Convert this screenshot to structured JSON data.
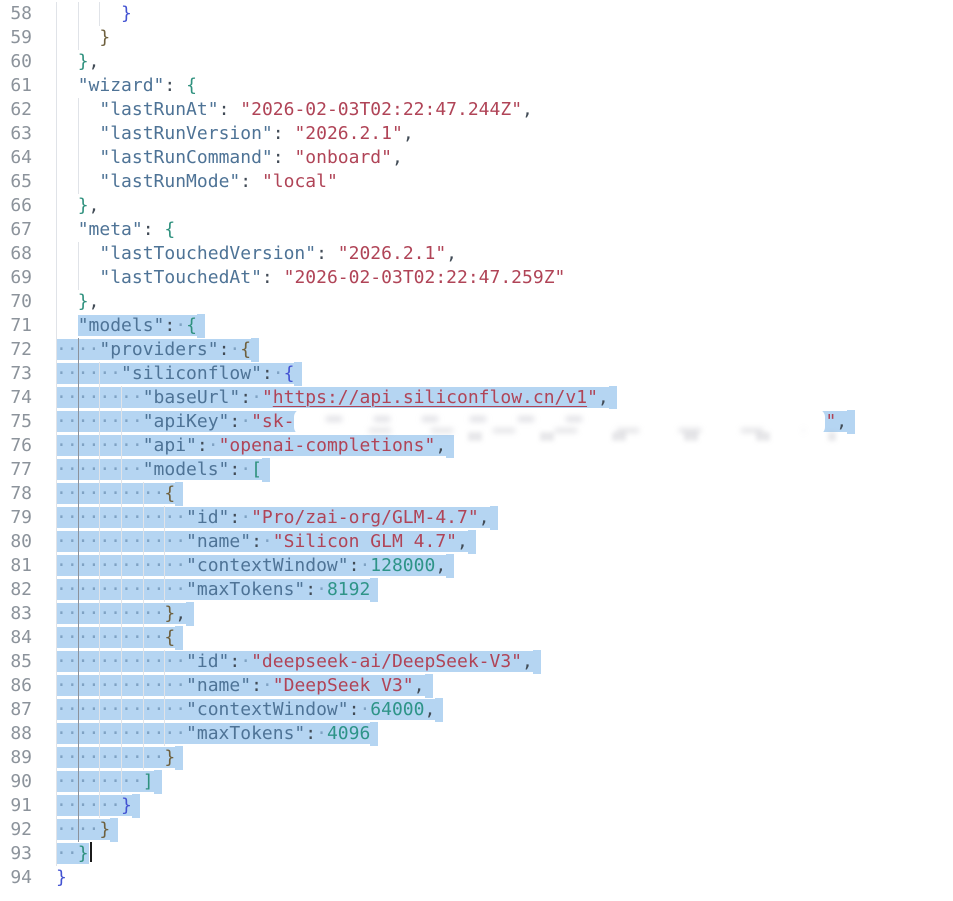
{
  "editor": {
    "colors": {
      "background": "#ffffff",
      "selection": "#b5d5f2",
      "key": "#4e7396",
      "string": "#b04457",
      "url": "#b04457",
      "number": "#2e9488",
      "punctuation": "#414b56",
      "bracket_blue": "#4353d2",
      "bracket_green": "#2f917e",
      "bracket_olive": "#6e603e",
      "line_number": "#8c939b",
      "whitespace_dot": "#7fa2c3",
      "indent_guide": "#e0e3e8",
      "indent_guide_active": "#8b929c",
      "cursor": "#1b1b1b"
    },
    "selection_range": {
      "from_line": 71,
      "from_col": 2,
      "to_line": 93
    },
    "active_guide": {
      "col": 2,
      "from_line": 72,
      "to_line": 92
    },
    "lines": [
      {
        "n": 58,
        "i": 6,
        "sel": "none",
        "t": [
          [
            "b1",
            "}"
          ]
        ]
      },
      {
        "n": 59,
        "i": 4,
        "sel": "none",
        "t": [
          [
            "b3",
            "}"
          ]
        ]
      },
      {
        "n": 60,
        "i": 2,
        "sel": "none",
        "t": [
          [
            "b2",
            "}"
          ],
          [
            "p",
            ","
          ]
        ]
      },
      {
        "n": 61,
        "i": 2,
        "sel": "none",
        "t": [
          [
            "k",
            "\"wizard\""
          ],
          [
            "p",
            ":"
          ],
          [
            "ws",
            " "
          ],
          [
            "b2",
            "{"
          ]
        ]
      },
      {
        "n": 62,
        "i": 4,
        "sel": "none",
        "t": [
          [
            "k",
            "\"lastRunAt\""
          ],
          [
            "p",
            ":"
          ],
          [
            "ws",
            " "
          ],
          [
            "s",
            "\"2026-02-03T02:22:47.244Z\""
          ],
          [
            "p",
            ","
          ]
        ]
      },
      {
        "n": 63,
        "i": 4,
        "sel": "none",
        "t": [
          [
            "k",
            "\"lastRunVersion\""
          ],
          [
            "p",
            ":"
          ],
          [
            "ws",
            " "
          ],
          [
            "s",
            "\"2026.2.1\""
          ],
          [
            "p",
            ","
          ]
        ]
      },
      {
        "n": 64,
        "i": 4,
        "sel": "none",
        "t": [
          [
            "k",
            "\"lastRunCommand\""
          ],
          [
            "p",
            ":"
          ],
          [
            "ws",
            " "
          ],
          [
            "s",
            "\"onboard\""
          ],
          [
            "p",
            ","
          ]
        ]
      },
      {
        "n": 65,
        "i": 4,
        "sel": "none",
        "t": [
          [
            "k",
            "\"lastRunMode\""
          ],
          [
            "p",
            ":"
          ],
          [
            "ws",
            " "
          ],
          [
            "s",
            "\"local\""
          ]
        ]
      },
      {
        "n": 66,
        "i": 2,
        "sel": "none",
        "t": [
          [
            "b2",
            "}"
          ],
          [
            "p",
            ","
          ]
        ]
      },
      {
        "n": 67,
        "i": 2,
        "sel": "none",
        "t": [
          [
            "k",
            "\"meta\""
          ],
          [
            "p",
            ":"
          ],
          [
            "ws",
            " "
          ],
          [
            "b2",
            "{"
          ]
        ]
      },
      {
        "n": 68,
        "i": 4,
        "sel": "none",
        "t": [
          [
            "k",
            "\"lastTouchedVersion\""
          ],
          [
            "p",
            ":"
          ],
          [
            "ws",
            " "
          ],
          [
            "s",
            "\"2026.2.1\""
          ],
          [
            "p",
            ","
          ]
        ]
      },
      {
        "n": 69,
        "i": 4,
        "sel": "none",
        "t": [
          [
            "k",
            "\"lastTouchedAt\""
          ],
          [
            "p",
            ":"
          ],
          [
            "ws",
            " "
          ],
          [
            "s",
            "\"2026-02-03T02:22:47.259Z\""
          ]
        ]
      },
      {
        "n": 70,
        "i": 2,
        "sel": "none",
        "t": [
          [
            "b2",
            "}"
          ],
          [
            "p",
            ","
          ]
        ]
      },
      {
        "n": 71,
        "i": 2,
        "sel": "tokens",
        "pad": true,
        "t": [
          [
            "k",
            "\"models\""
          ],
          [
            "p",
            ":"
          ],
          [
            "ws",
            " "
          ],
          [
            "b2",
            "{"
          ]
        ]
      },
      {
        "n": 72,
        "i": 4,
        "sel": "full",
        "pad": true,
        "t": [
          [
            "k",
            "\"providers\""
          ],
          [
            "p",
            ":"
          ],
          [
            "ws",
            " "
          ],
          [
            "b3",
            "{"
          ]
        ]
      },
      {
        "n": 73,
        "i": 6,
        "sel": "full",
        "pad": true,
        "t": [
          [
            "k",
            "\"siliconflow\""
          ],
          [
            "p",
            ":"
          ],
          [
            "ws",
            " "
          ],
          [
            "b1",
            "{"
          ]
        ]
      },
      {
        "n": 74,
        "i": 8,
        "sel": "full",
        "pad": true,
        "t": [
          [
            "k",
            "\"baseUrl\""
          ],
          [
            "p",
            ":"
          ],
          [
            "ws",
            " "
          ],
          [
            "s",
            "\""
          ],
          [
            "u",
            "https://api.siliconflow.cn/v1"
          ],
          [
            "s",
            "\""
          ],
          [
            "p",
            ","
          ]
        ]
      },
      {
        "n": 75,
        "i": 8,
        "sel": "full",
        "pad": true,
        "t": [
          [
            "k",
            "\"apiKey\""
          ],
          [
            "p",
            ":"
          ],
          [
            "ws",
            " "
          ],
          [
            "s",
            "\"sk-"
          ],
          [
            "r",
            ""
          ],
          [
            "s",
            "\""
          ],
          [
            "p",
            ","
          ]
        ]
      },
      {
        "n": 76,
        "i": 8,
        "sel": "full",
        "pad": true,
        "smudge": true,
        "t": [
          [
            "k",
            "\"api\""
          ],
          [
            "p",
            ":"
          ],
          [
            "ws",
            " "
          ],
          [
            "s",
            "\"openai-completions\""
          ],
          [
            "p",
            ","
          ]
        ]
      },
      {
        "n": 77,
        "i": 8,
        "sel": "full",
        "pad": true,
        "t": [
          [
            "k",
            "\"models\""
          ],
          [
            "p",
            ":"
          ],
          [
            "ws",
            " "
          ],
          [
            "b2",
            "["
          ]
        ]
      },
      {
        "n": 78,
        "i": 10,
        "sel": "full",
        "pad": true,
        "t": [
          [
            "b3",
            "{"
          ]
        ]
      },
      {
        "n": 79,
        "i": 12,
        "sel": "full",
        "pad": true,
        "t": [
          [
            "k",
            "\"id\""
          ],
          [
            "p",
            ":"
          ],
          [
            "ws",
            " "
          ],
          [
            "s",
            "\"Pro/zai-org/GLM-4.7\""
          ],
          [
            "p",
            ","
          ]
        ]
      },
      {
        "n": 80,
        "i": 12,
        "sel": "full",
        "pad": true,
        "t": [
          [
            "k",
            "\"name\""
          ],
          [
            "p",
            ":"
          ],
          [
            "ws",
            " "
          ],
          [
            "s",
            "\"Silicon GLM 4.7\""
          ],
          [
            "p",
            ","
          ]
        ]
      },
      {
        "n": 81,
        "i": 12,
        "sel": "full",
        "pad": true,
        "t": [
          [
            "k",
            "\"contextWindow\""
          ],
          [
            "p",
            ":"
          ],
          [
            "ws",
            " "
          ],
          [
            "n",
            "128000"
          ],
          [
            "p",
            ","
          ]
        ]
      },
      {
        "n": 82,
        "i": 12,
        "sel": "full",
        "pad": true,
        "t": [
          [
            "k",
            "\"maxTokens\""
          ],
          [
            "p",
            ":"
          ],
          [
            "ws",
            " "
          ],
          [
            "n",
            "8192"
          ]
        ]
      },
      {
        "n": 83,
        "i": 10,
        "sel": "full",
        "pad": true,
        "t": [
          [
            "b3",
            "}"
          ],
          [
            "p",
            ","
          ]
        ]
      },
      {
        "n": 84,
        "i": 10,
        "sel": "full",
        "pad": true,
        "t": [
          [
            "b3",
            "{"
          ]
        ]
      },
      {
        "n": 85,
        "i": 12,
        "sel": "full",
        "pad": true,
        "t": [
          [
            "k",
            "\"id\""
          ],
          [
            "p",
            ":"
          ],
          [
            "ws",
            " "
          ],
          [
            "s",
            "\"deepseek-ai/DeepSeek-V3\""
          ],
          [
            "p",
            ","
          ]
        ]
      },
      {
        "n": 86,
        "i": 12,
        "sel": "full",
        "pad": true,
        "t": [
          [
            "k",
            "\"name\""
          ],
          [
            "p",
            ":"
          ],
          [
            "ws",
            " "
          ],
          [
            "s",
            "\"DeepSeek V3\""
          ],
          [
            "p",
            ","
          ]
        ]
      },
      {
        "n": 87,
        "i": 12,
        "sel": "full",
        "pad": true,
        "t": [
          [
            "k",
            "\"contextWindow\""
          ],
          [
            "p",
            ":"
          ],
          [
            "ws",
            " "
          ],
          [
            "n",
            "64000"
          ],
          [
            "p",
            ","
          ]
        ]
      },
      {
        "n": 88,
        "i": 12,
        "sel": "full",
        "pad": true,
        "t": [
          [
            "k",
            "\"maxTokens\""
          ],
          [
            "p",
            ":"
          ],
          [
            "ws",
            " "
          ],
          [
            "n",
            "4096"
          ]
        ]
      },
      {
        "n": 89,
        "i": 10,
        "sel": "full",
        "pad": true,
        "t": [
          [
            "b3",
            "}"
          ]
        ]
      },
      {
        "n": 90,
        "i": 8,
        "sel": "full",
        "pad": true,
        "t": [
          [
            "b2",
            "]"
          ]
        ]
      },
      {
        "n": 91,
        "i": 6,
        "sel": "full",
        "pad": true,
        "t": [
          [
            "b1",
            "}"
          ]
        ]
      },
      {
        "n": 92,
        "i": 4,
        "sel": "full",
        "pad": true,
        "t": [
          [
            "b3",
            "}"
          ]
        ]
      },
      {
        "n": 93,
        "i": 2,
        "sel": "full",
        "pad": false,
        "cursor": true,
        "t": [
          [
            "b2",
            "}"
          ]
        ]
      },
      {
        "n": 94,
        "i": 0,
        "sel": "none",
        "t": [
          [
            "b1",
            "}"
          ]
        ]
      }
    ]
  }
}
